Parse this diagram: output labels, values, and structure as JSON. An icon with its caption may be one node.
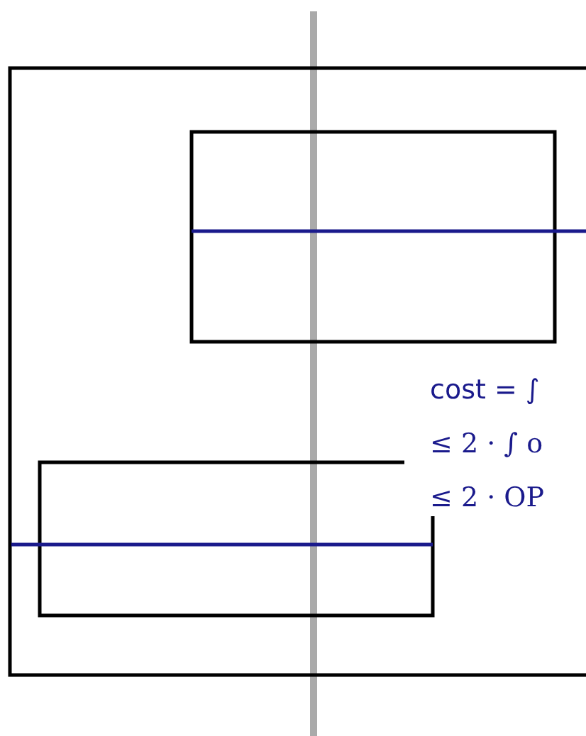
{
  "diagram": {
    "labels": [
      "cost = ∫",
      "≤ 2 · ∫ o",
      "≤ 2 · OP"
    ]
  }
}
